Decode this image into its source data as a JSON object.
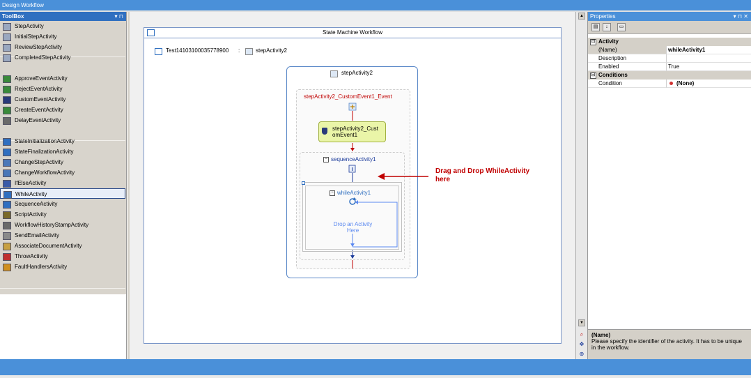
{
  "window": {
    "title": "Design Workflow"
  },
  "toolbox": {
    "title": "ToolBox",
    "header_controls": "▾ ⊓",
    "items": [
      {
        "label": "StepActivity",
        "icon": "activity-icon"
      },
      {
        "label": "InitialStepActivity",
        "icon": "activity-icon"
      },
      {
        "label": "ReviewStepActivity",
        "icon": "activity-icon"
      },
      {
        "label": "CompletedStepActivity",
        "icon": "activity-icon"
      },
      {
        "label": "ApproveEventActivity",
        "icon": "event-icon"
      },
      {
        "label": "RejectEventActivity",
        "icon": "event-icon"
      },
      {
        "label": "CustomEventActivity",
        "icon": "shield-icon"
      },
      {
        "label": "CreateEventActivity",
        "icon": "event-icon"
      },
      {
        "label": "DelayEventActivity",
        "icon": "clock-icon"
      },
      {
        "label": "StateInitializationActivity",
        "icon": "state-init-icon"
      },
      {
        "label": "StateFinalizationActivity",
        "icon": "state-final-icon"
      },
      {
        "label": "ChangeStepActivity",
        "icon": "change-icon"
      },
      {
        "label": "ChangeWorkflowActivity",
        "icon": "change-icon"
      },
      {
        "label": "IfElseActivity",
        "icon": "ifelse-icon"
      },
      {
        "label": "WhileActivity",
        "icon": "while-icon"
      },
      {
        "label": "SequenceActivity",
        "icon": "sequence-icon"
      },
      {
        "label": "ScriptActivity",
        "icon": "script-icon"
      },
      {
        "label": "WorkflowHistoryStampActivity",
        "icon": "stamp-icon"
      },
      {
        "label": "SendEmailActivity",
        "icon": "email-icon"
      },
      {
        "label": "AssociateDocumentActivity",
        "icon": "document-icon"
      },
      {
        "label": "ThrowActivity",
        "icon": "throw-icon"
      },
      {
        "label": "FaultHandlersActivity",
        "icon": "fault-icon"
      }
    ],
    "selected": "WhileActivity"
  },
  "designer": {
    "root_title": "State Machine Workflow",
    "workflow_name": "Test14103100035778900",
    "colon": ":",
    "current_state": "stepActivity2",
    "state": {
      "title": "stepActivity2",
      "event_driven": "stepActivity2_CustomEvent1_Event",
      "custom_event_line1": "stepActivity2_Cust",
      "custom_event_line2": "omEvent1",
      "sequence": "sequenceActivity1",
      "while": "whileActivity1",
      "drop_hint_line1": "Drop an Activity",
      "drop_hint_line2": "Here"
    },
    "annotation_line1": "Drag and Drop WhileActivity",
    "annotation_line2": "here"
  },
  "properties": {
    "title": "Properties",
    "header_controls": "▾ ⊓ ✕",
    "categories": [
      {
        "name": "Activity",
        "expander": "⊟",
        "rows": [
          {
            "name": "(Name)",
            "value": "whileActivity1"
          },
          {
            "name": "Description",
            "value": ""
          },
          {
            "name": "Enabled",
            "value": "True"
          }
        ]
      },
      {
        "name": "Conditions",
        "expander": "⊟",
        "rows": [
          {
            "name": "Condition",
            "value": "(None)"
          }
        ]
      }
    ],
    "description_title": "(Name)",
    "description_text": "Please specify the identifier of the activity. It has to be unique in the workflow."
  },
  "colors": {
    "titlebar": "#4a90d9",
    "toolbox_header": "#2f6fc0",
    "event_title": "#c00000",
    "activity_blue": "#1a3a9a",
    "annotation_red": "#c00000",
    "custom_event_fill": "#eaf5a8"
  }
}
